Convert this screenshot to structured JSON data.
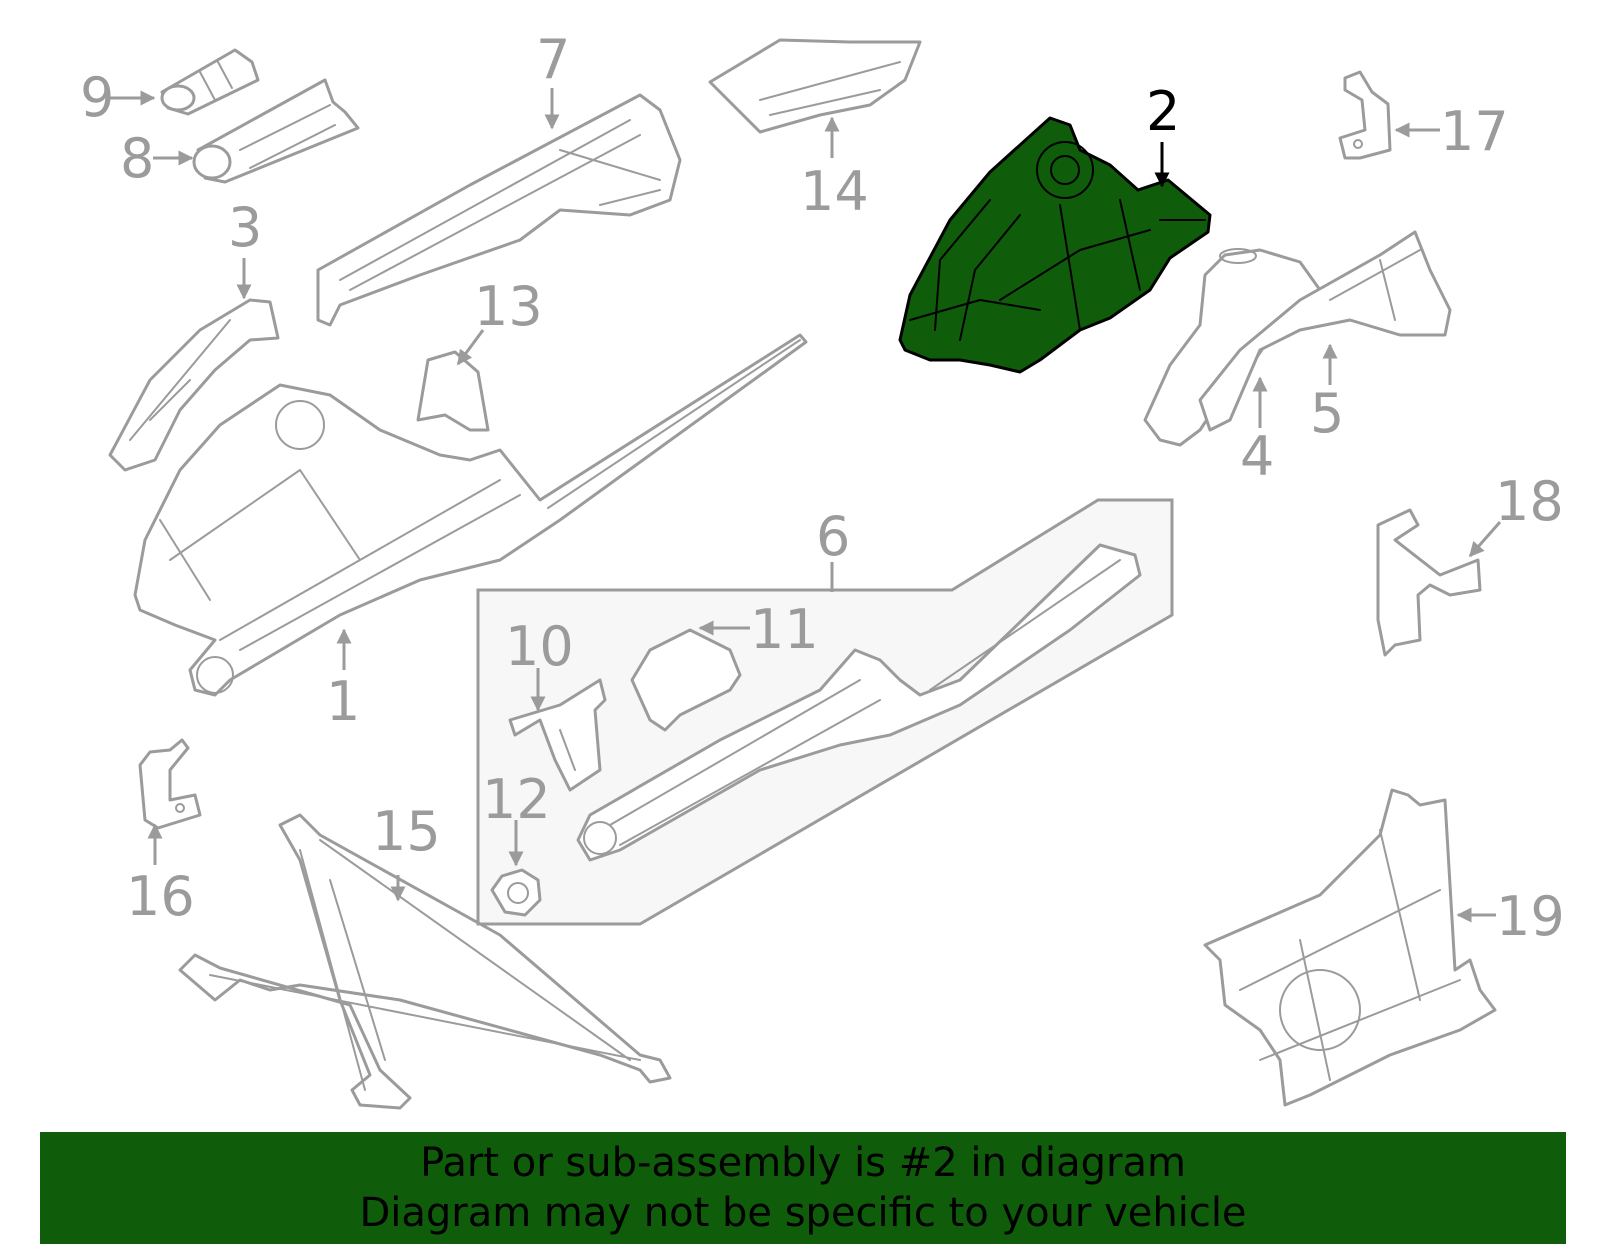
{
  "diagram": {
    "highlight_color": "#0f5c0a",
    "line_color": "#9b9b9b",
    "highlighted_part": "2",
    "callouts": [
      "1",
      "2",
      "3",
      "4",
      "5",
      "6",
      "7",
      "8",
      "9",
      "10",
      "11",
      "12",
      "13",
      "14",
      "15",
      "16",
      "17",
      "18",
      "19"
    ]
  },
  "banner": {
    "line1": "Part or sub-assembly is #2 in diagram",
    "line2": "Diagram may not be specific to your vehicle"
  }
}
